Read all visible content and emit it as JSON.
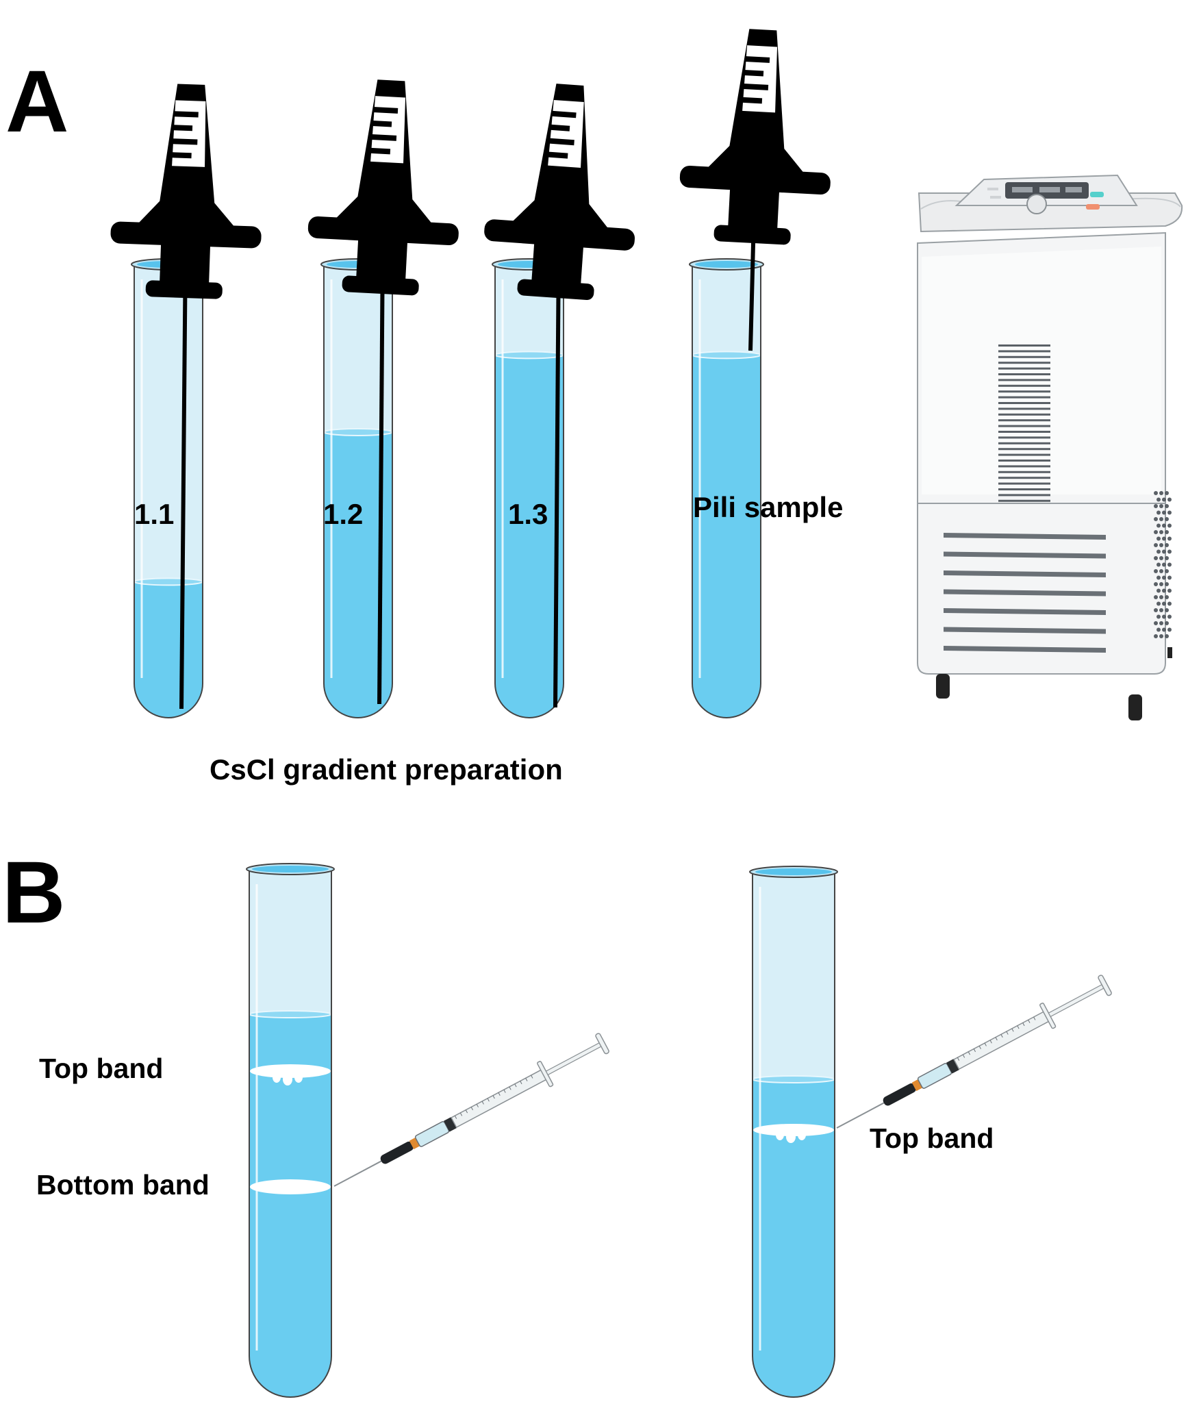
{
  "panel_a": {
    "letter": "A",
    "tubes": [
      {
        "label": "1.1",
        "fill_fraction": 0.3
      },
      {
        "label": "1.2",
        "fill_fraction": 0.63
      },
      {
        "label": "1.3",
        "fill_fraction": 0.8
      },
      {
        "label": "Pili sample",
        "fill_fraction": 0.8
      }
    ],
    "caption": "CsCl gradient preparation"
  },
  "panel_b": {
    "letter": "B",
    "left_tube": {
      "top_band": "Top band",
      "bottom_band": "Bottom band"
    },
    "right_tube": {
      "top_band": "Top band"
    }
  },
  "colors": {
    "liquid": "#6acdf0",
    "glass": "#d8eff8",
    "outline": "#444444",
    "machine": "#f4f5f6"
  }
}
